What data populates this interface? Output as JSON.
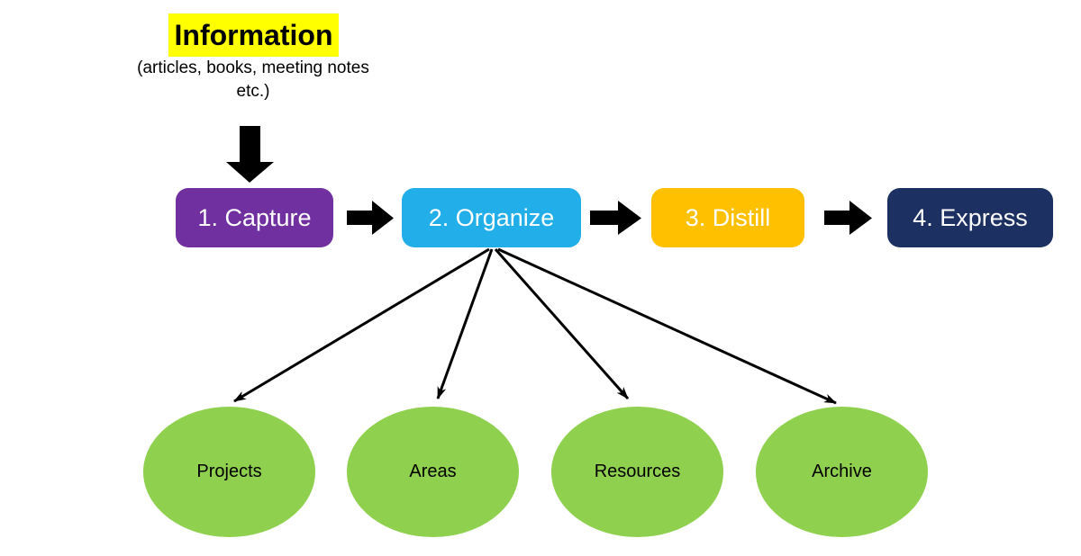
{
  "header": {
    "title": "Information",
    "title_highlight_color": "#FFFF00",
    "title_text_color": "#000000",
    "subtitle_lines": [
      "(articles, books, meeting notes",
      "etc.)"
    ]
  },
  "flow": {
    "arrow_color": "#000000",
    "steps": [
      {
        "id": "capture",
        "label": "1. Capture",
        "color": "#7030A0",
        "text_color": "#FFFFFF"
      },
      {
        "id": "organize",
        "label": "2. Organize",
        "color": "#21AEE9",
        "text_color": "#FFFFFF"
      },
      {
        "id": "distill",
        "label": "3. Distill",
        "color": "#FFC000",
        "text_color": "#FFFFFF"
      },
      {
        "id": "express",
        "label": "4. Express",
        "color": "#1C3162",
        "text_color": "#FFFFFF"
      }
    ]
  },
  "categories": {
    "shape_color": "#8FD04E",
    "text_color": "#000000",
    "items": [
      {
        "id": "projects",
        "label": "Projects"
      },
      {
        "id": "areas",
        "label": "Areas"
      },
      {
        "id": "resources",
        "label": "Resources"
      },
      {
        "id": "archive",
        "label": "Archive"
      }
    ]
  }
}
